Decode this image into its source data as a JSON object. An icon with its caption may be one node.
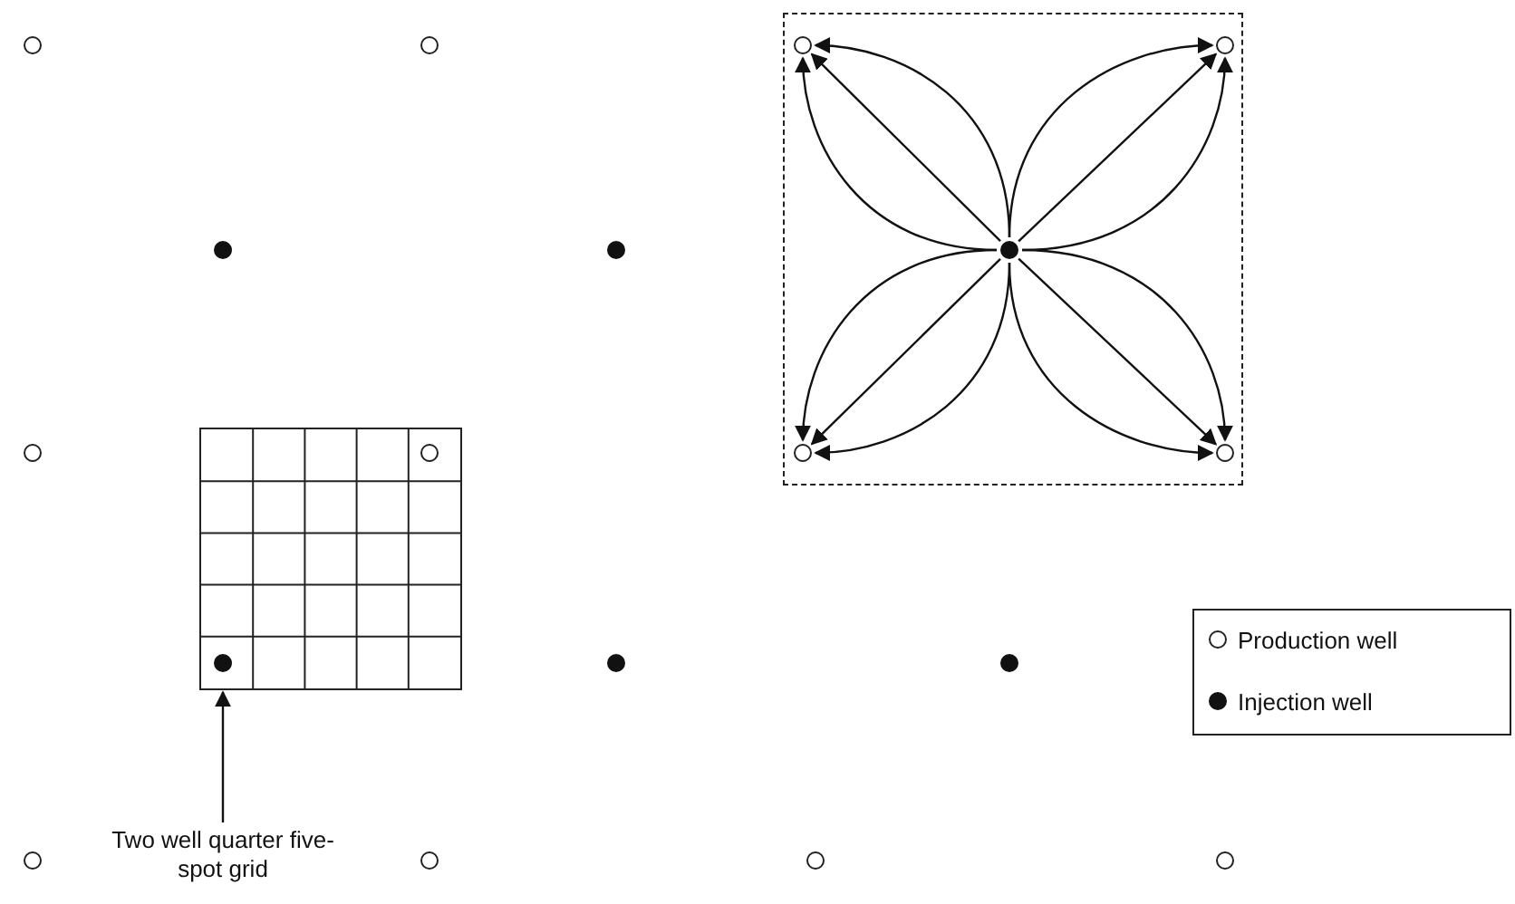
{
  "diagram": {
    "nodes": [
      {
        "text": [],
        "shape": "circle"
      },
      {
        "text": [],
        "shape": "circle"
      },
      {
        "text": [],
        "shape": "box"
      },
      {
        "text": [],
        "shape": "circle",
        "in": 2
      },
      {
        "text": [],
        "shape": "circle",
        "in": 2
      },
      {
        "text": [],
        "shape": "dot",
        "in": 2
      },
      {
        "text": [],
        "shape": "circle",
        "in": 2
      },
      {
        "text": [],
        "shape": "circle",
        "in": 2
      },
      {
        "text": [],
        "shape": "dot"
      },
      {
        "text": [],
        "shape": "dot"
      },
      {
        "text": [],
        "shape": "circle"
      },
      {
        "text": [],
        "shape": "box"
      },
      {
        "text": [],
        "shape": "circle",
        "in": 11
      },
      {
        "text": [],
        "shape": "dot",
        "in": 11
      },
      {
        "text": [],
        "shape": "dot"
      },
      {
        "text": [],
        "shape": "dot"
      },
      {
        "text": [
          "Two well quarter five-spot grid"
        ]
      },
      {
        "text": [],
        "shape": "circle"
      },
      {
        "text": [],
        "shape": "circle"
      },
      {
        "text": [],
        "shape": "circle"
      },
      {
        "text": [],
        "shape": "circle"
      }
    ],
    "edges": [
      {
        "from": 5,
        "to": 3,
        "arrow": "to"
      },
      {
        "from": 5,
        "to": 3,
        "arrow": "to"
      },
      {
        "from": 5,
        "to": 3,
        "arrow": "to"
      },
      {
        "from": 5,
        "to": 4,
        "arrow": "to"
      },
      {
        "from": 5,
        "to": 4,
        "arrow": "to"
      },
      {
        "from": 5,
        "to": 4,
        "arrow": "to"
      },
      {
        "from": 5,
        "to": 6,
        "arrow": "to"
      },
      {
        "from": 5,
        "to": 6,
        "arrow": "to"
      },
      {
        "from": 5,
        "to": 6,
        "arrow": "to"
      },
      {
        "from": 5,
        "to": 7,
        "arrow": "to"
      },
      {
        "from": 5,
        "to": 7,
        "arrow": "to"
      },
      {
        "from": 5,
        "to": 7,
        "arrow": "to"
      },
      {
        "from": 16,
        "to": 11,
        "arrow": "to"
      }
    ],
    "legend": [
      {
        "text": "Production well"
      },
      {
        "text": "Injection well"
      }
    ]
  }
}
